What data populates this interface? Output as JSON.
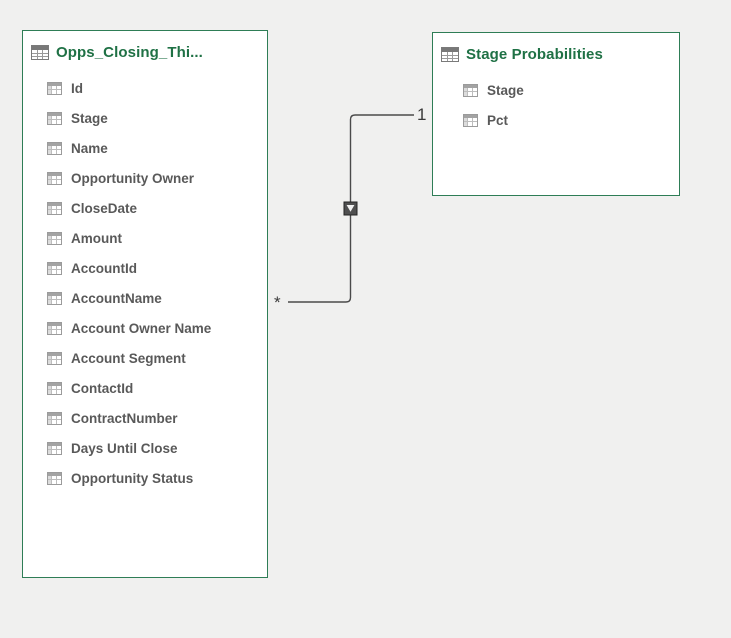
{
  "colors": {
    "canvas_bg": "#f0f0ef",
    "table_border": "#2e7d56",
    "table_bg": "#ffffff",
    "table_title_text": "#1f7145",
    "field_text": "#595959",
    "relationship_line": "#4a4a4a"
  },
  "tables": [
    {
      "name": "Opps_Closing_Thi...",
      "fields": [
        "Id",
        "Stage",
        "Name",
        "Opportunity Owner",
        "CloseDate",
        "Amount",
        "AccountId",
        "AccountName",
        "Account Owner Name",
        "Account Segment",
        "ContactId",
        "ContractNumber",
        "Days Until Close",
        "Opportunity Status"
      ]
    },
    {
      "name": "Stage Probabilities",
      "fields": [
        "Stage",
        "Pct"
      ]
    }
  ],
  "relationship": {
    "one_label": "1",
    "many_label": "*"
  }
}
